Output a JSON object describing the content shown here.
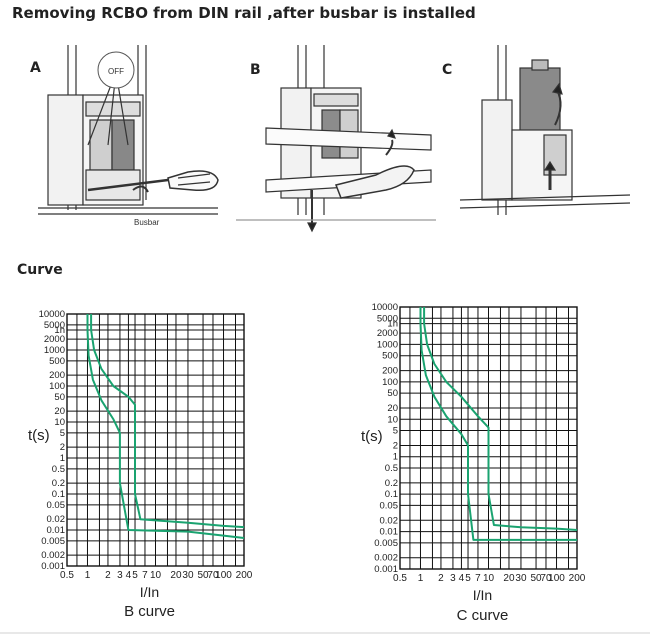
{
  "title": "Removing RCBO from DIN rail ,after busbar is installed",
  "section_heading": "Curve",
  "illustrations": {
    "panel_a": {
      "label": "A",
      "off_text": "OFF",
      "busbar_text": "Busbar"
    },
    "panel_b": {
      "label": "B"
    },
    "panel_c": {
      "label": "C"
    }
  },
  "colors": {
    "curve": "#1aa370",
    "grid": "#111111",
    "text": "#222222"
  },
  "chart_data": [
    {
      "type": "line",
      "title": "B curve",
      "xlabel": "I/In",
      "ylabel": "t(s)",
      "x_ticks": [
        "0.5",
        "1",
        "2",
        "3",
        "4",
        "5",
        "7",
        "10",
        "20",
        "30",
        "50",
        "70",
        "100",
        "200"
      ],
      "y_ticks": [
        "10000",
        "5000",
        "1h",
        "2000",
        "1000",
        "500",
        "200",
        "100",
        "50",
        "20",
        "10",
        "5",
        "2",
        "1",
        "0.5",
        "0.2",
        "0.1",
        "0.05",
        "0.02",
        "0.01",
        "0.005",
        "0.002",
        "0.001"
      ],
      "xscale": "log",
      "yscale": "log",
      "xlim": [
        0.5,
        200
      ],
      "ylim": [
        0.001,
        10000
      ],
      "grid": true,
      "series": [
        {
          "x": [
            1.0,
            1.0,
            1.04,
            1.2,
            1.6,
            2.4,
            3.0,
            3.0,
            3.0,
            4.0,
            30,
            100,
            200
          ],
          "y": [
            10000,
            3600,
            700,
            150,
            40,
            12,
            5,
            1,
            0.2,
            0.01,
            0.009,
            0.007,
            0.006
          ]
        },
        {
          "x": [
            1.13,
            1.13,
            1.25,
            1.6,
            2.4,
            4.0,
            5.0,
            5.0,
            5.0,
            6.0,
            30,
            100,
            200
          ],
          "y": [
            10000,
            3600,
            1000,
            300,
            100,
            50,
            30,
            1,
            0.1,
            0.02,
            0.016,
            0.013,
            0.012
          ]
        }
      ]
    },
    {
      "type": "line",
      "title": "C curve",
      "xlabel": "I/In",
      "ylabel": "t(s)",
      "x_ticks": [
        "0.5",
        "1",
        "2",
        "3",
        "4",
        "5",
        "7",
        "10",
        "20",
        "30",
        "50",
        "70",
        "100",
        "200"
      ],
      "y_ticks": [
        "10000",
        "5000",
        "1h",
        "2000",
        "1000",
        "500",
        "200",
        "100",
        "50",
        "20",
        "10",
        "5",
        "2",
        "1",
        "0.5",
        "0.2",
        "0.1",
        "0.05",
        "0.02",
        "0.01",
        "0.005",
        "0.002",
        "0.001"
      ],
      "xscale": "log",
      "yscale": "log",
      "xlim": [
        0.5,
        200
      ],
      "ylim": [
        0.001,
        10000
      ],
      "grid": true,
      "series": [
        {
          "x": [
            1.0,
            1.0,
            1.04,
            1.2,
            1.6,
            2.4,
            4.0,
            5.0,
            5.0,
            5.0,
            6.0,
            30,
            100,
            200
          ],
          "y": [
            10000,
            3600,
            700,
            150,
            40,
            12,
            4,
            2,
            0.5,
            0.1,
            0.006,
            0.006,
            0.006,
            0.006
          ]
        },
        {
          "x": [
            1.13,
            1.13,
            1.25,
            1.6,
            2.4,
            4.0,
            7.0,
            10.0,
            10.0,
            10.0,
            12.0,
            30,
            100,
            200
          ],
          "y": [
            10000,
            3600,
            1000,
            300,
            100,
            40,
            12,
            6,
            1,
            0.1,
            0.015,
            0.013,
            0.012,
            0.011
          ]
        }
      ]
    }
  ]
}
